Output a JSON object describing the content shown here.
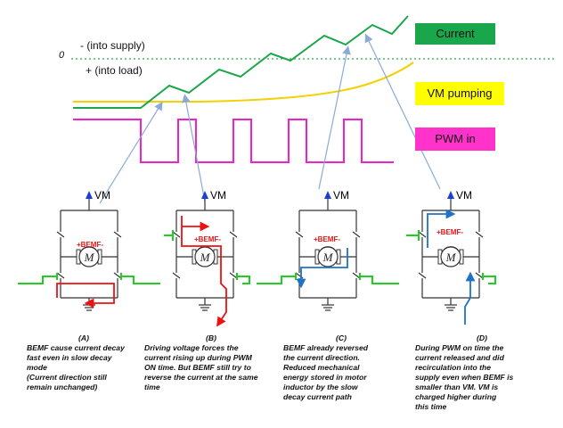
{
  "waveform": {
    "zero_label": "0",
    "supply_label": "- (into supply)",
    "load_label": "+ (into load)"
  },
  "legend": {
    "current": {
      "label": "Current",
      "color": "#1aa64a"
    },
    "vm_pumping": {
      "label": "VM pumping",
      "color": "#ffff00"
    },
    "pwm_in": {
      "label": "PWM in",
      "color": "#ff33cc"
    }
  },
  "circuits": [
    {
      "vm_label": "VM",
      "bemf_label": "+BEMF-",
      "path_color": "#ee1111"
    },
    {
      "vm_label": "VM",
      "bemf_label": "+BEMF-",
      "path_color": "#ee1111"
    },
    {
      "vm_label": "VM",
      "bemf_label": "+BEMF-",
      "path_color": "#1e73c8"
    },
    {
      "vm_label": "VM",
      "bemf_label": "+BEMF-",
      "path_color": "#1e73c8"
    }
  ],
  "captions": [
    {
      "tag": "(A)",
      "text": "BEMF cause current decay\nfast even in slow decay\nmode\n(Current direction still\nremain unchanged)"
    },
    {
      "tag": "(B)",
      "text": "Driving voltage forces the\ncurrent rising up during  PWM\nON time. But BEMF still try to\nreverse the current at the same\ntime"
    },
    {
      "tag": "(C)",
      "text": "BEMF already reversed\nthe current direction.\nReduced mechanical\nenergy stored in motor\ninductor by the slow\ndecay current path"
    },
    {
      "tag": "(D)",
      "text": "During PWM on time the\ncurrent released and  did\nrecirculation into the\nsupply even when BEMF is\nsmaller than VM. VM is\ncharged higher during\nthis time"
    }
  ]
}
